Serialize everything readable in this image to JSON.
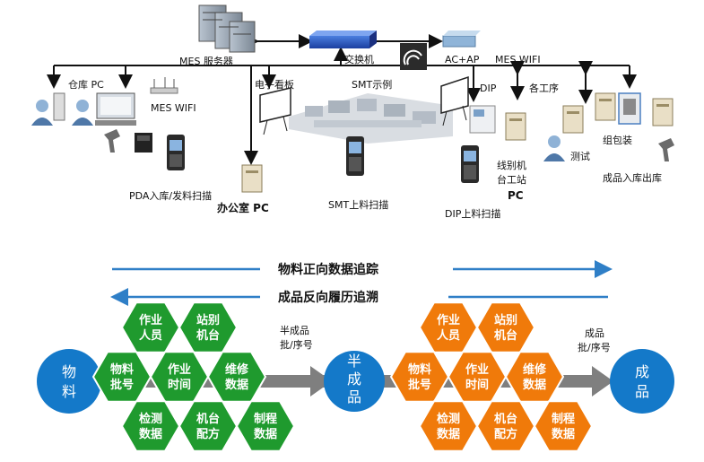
{
  "network": {
    "server_label": "MES 服务器",
    "switch_label": "交换机",
    "ap_label": "AC+AP",
    "wifi_top_label": "MES WIFI",
    "warehouse_pc_label": "仓库 PC",
    "wifi_warehouse_label": "MES WIFI",
    "board_label": "电子看板",
    "smt_demo_label": "SMT示例",
    "dip_label": "DIP",
    "process_label": "各工序",
    "pda_label": "PDA入库/发料扫描",
    "office_pc_label": "办公室 PC",
    "smt_scan_label": "SMT上料扫描",
    "dip_scan_label": "DIP上料扫描",
    "line_station_label_1": "线别机",
    "line_station_label_2": "台工站",
    "line_station_label_3": "PC",
    "test_label": "测试",
    "pack_label": "组包装",
    "finished_io_label": "成品入库出库"
  },
  "flow": {
    "forward_label": "物料正向数据追踪",
    "backward_label": "成品反向履历追溯",
    "material": [
      "物",
      "料"
    ],
    "semi": [
      "半",
      "成",
      "品"
    ],
    "finished": [
      "成",
      "品"
    ],
    "semi_batch_1": "半成品",
    "semi_batch_2": "批/序号",
    "finished_batch_1": "成品",
    "finished_batch_2": "批/序号",
    "green_hexes": [
      [
        "作业",
        "人员"
      ],
      [
        "站别",
        "机台"
      ],
      [
        "物料",
        "批号"
      ],
      [
        "作业",
        "时间"
      ],
      [
        "维修",
        "数据"
      ],
      [
        "检测",
        "数据"
      ],
      [
        "机台",
        "配方"
      ],
      [
        "制程",
        "数据"
      ]
    ],
    "orange_hexes": [
      [
        "作业",
        "人员"
      ],
      [
        "站别",
        "机台"
      ],
      [
        "物料",
        "批号"
      ],
      [
        "作业",
        "时间"
      ],
      [
        "维修",
        "数据"
      ],
      [
        "检测",
        "数据"
      ],
      [
        "机台",
        "配方"
      ],
      [
        "制程",
        "数据"
      ]
    ]
  },
  "colors": {
    "green": "#1f9a2e",
    "orange": "#f07a0a",
    "blue_circle": "#1479c9",
    "arrow_blue": "#2f7fc7",
    "gray_bar": "#7f7f7f"
  }
}
